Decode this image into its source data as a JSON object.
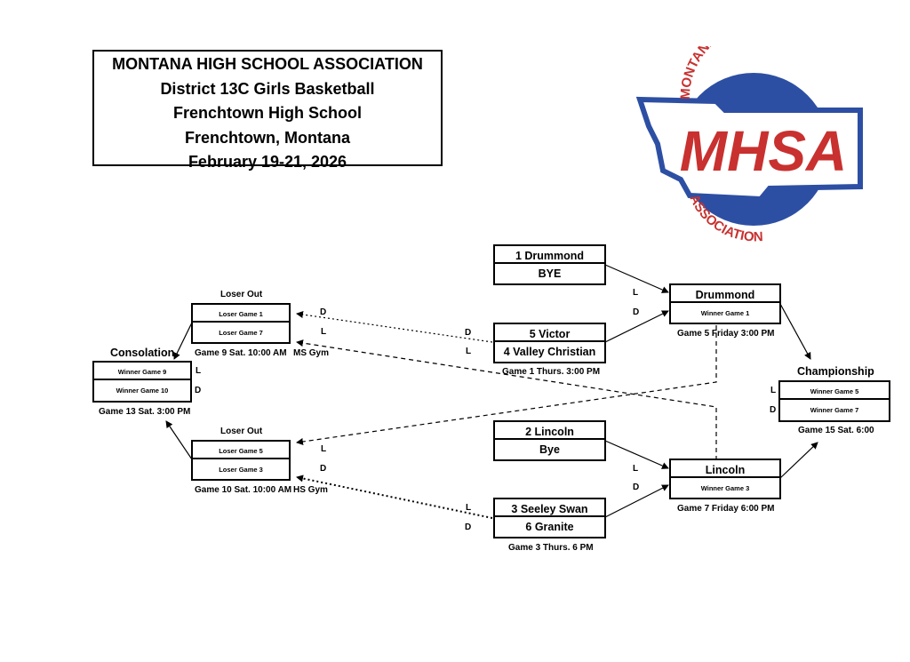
{
  "header": {
    "line1": "MONTANA HIGH SCHOOL ASSOCIATION",
    "line2": "District 13C Girls Basketball",
    "line3": "Frenchtown High School",
    "line4": "Frenchtown, Montana",
    "line5": "February 19-21, 2026"
  },
  "logo": {
    "top_text": "MONTANA HIGH SCHOOL",
    "main_text": "MHSA",
    "bottom_text": "ASSOCIATION",
    "colors": {
      "blue": "#2d4fa3",
      "red": "#c8312f"
    }
  },
  "game1": {
    "top": "1 Drummond",
    "bottom": "BYE"
  },
  "game1b": {
    "top": "5 Victor",
    "bottom": "4 Valley Christian",
    "caption": "Game 1 Thurs. 3:00 PM"
  },
  "game2": {
    "top": "2 Lincoln",
    "bottom": "Bye"
  },
  "game3": {
    "top": "3 Seeley Swan",
    "bottom": "6 Granite",
    "caption": "Game 3 Thurs. 6 PM"
  },
  "game5": {
    "top": "Drummond",
    "bottom": "Winner Game 1",
    "caption": "Game 5 Friday 3:00 PM"
  },
  "game7": {
    "top": "Lincoln",
    "bottom": "Winner Game 3",
    "caption": "Game 7 Friday 6:00 PM"
  },
  "game15": {
    "heading": "Championship",
    "top": "Winner Game 5",
    "bottom": "Winner Game 7",
    "caption": "Game 15 Sat. 6:00"
  },
  "game9": {
    "heading": "Loser Out",
    "top": "Loser Game 1",
    "bottom": "Loser Game 7",
    "caption": "Game 9 Sat. 10:00 AM",
    "venue": "MS Gym"
  },
  "game10": {
    "heading": "Loser Out",
    "top": "Loser Game 5",
    "bottom": "Loser Game 3",
    "caption": "Game 10 Sat. 10:00 AM",
    "venue": "HS Gym"
  },
  "game13": {
    "heading": "Consolation",
    "top": "Winner Game 9",
    "bottom": "Winner Game 10",
    "caption": "Game 13 Sat. 3:00 PM"
  },
  "marks": {
    "L": "L",
    "D": "D"
  }
}
